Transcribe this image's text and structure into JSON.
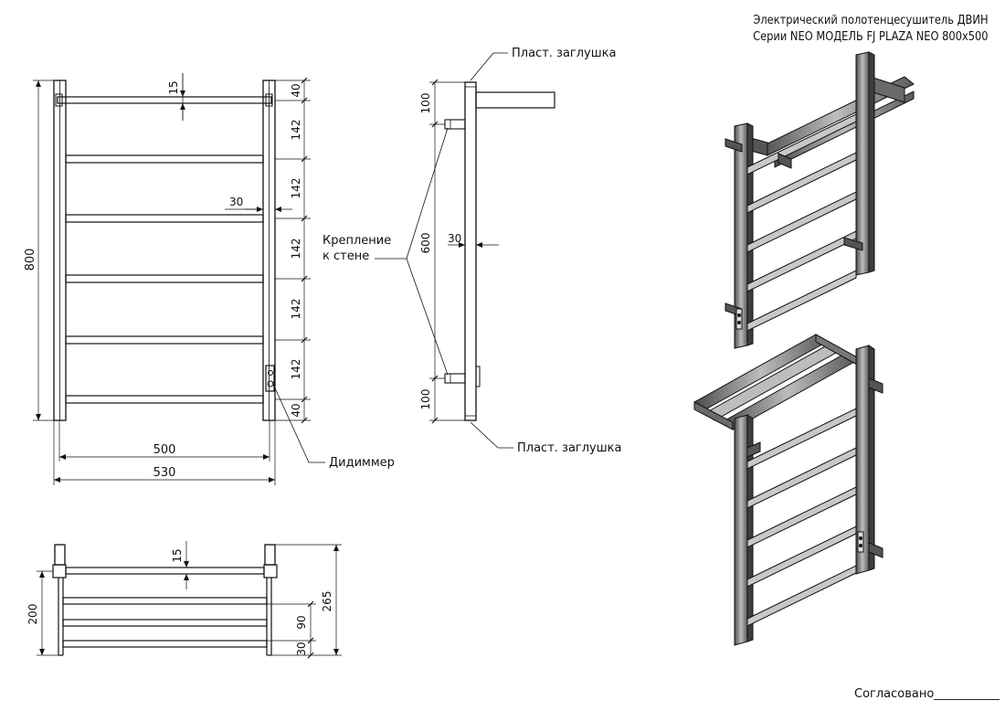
{
  "title": {
    "line1": "Электрический полотенцесушитель ДВИН",
    "line2": "Серии NEO МОДЕЛЬ FJ PLAZA NEO 800x500"
  },
  "front_view": {
    "overall_height": "800",
    "width_inner": "500",
    "width_outer": "530",
    "top_offset": "15",
    "side_offset": "30",
    "rung_spacing": [
      "40",
      "142",
      "142",
      "142",
      "142",
      "142",
      "40"
    ],
    "dimmer_label": "Дидиммер"
  },
  "side_view": {
    "plug_top_label": "Пласт. заглушка",
    "plug_bottom_label": "Пласт. заглушка",
    "mount_label_line1": "Крепление",
    "mount_label_line2": "к стене",
    "top_dim": "100",
    "middle_dim": "600",
    "bottom_dim": "100",
    "depth_dim": "30"
  },
  "top_view": {
    "offset": "15",
    "depth_200": "200",
    "depth_265": "265",
    "dim_90": "90",
    "dim_30": "30"
  },
  "footer": {
    "approved_label": "Согласовано",
    "approved_line": "___________"
  }
}
